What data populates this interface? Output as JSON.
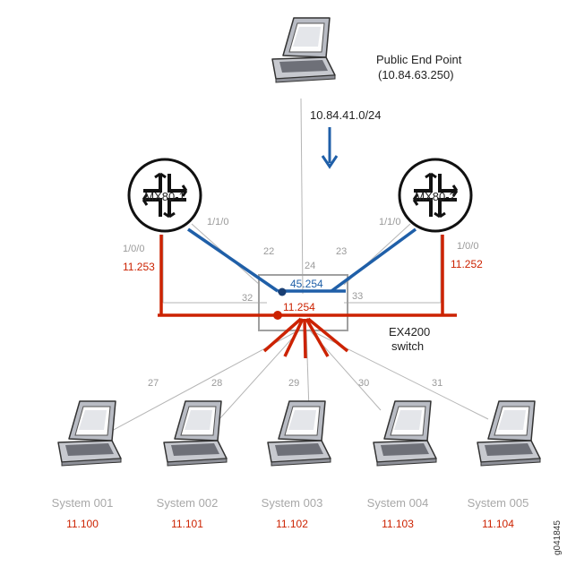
{
  "public_endpoint": {
    "name": "Public End Point",
    "address": "(10.84.63.250)",
    "subnet": "10.84.41.0/24",
    "port": "24"
  },
  "routers": [
    {
      "name": "MX80-1",
      "if_blue": "1/1/0",
      "if_red": "1/0/0",
      "red_addr": "11.253",
      "blue_port": "22",
      "red_port": "32"
    },
    {
      "name": "MX80-2",
      "if_blue": "1/1/0",
      "if_red": "1/0/0",
      "red_addr": "11.252",
      "blue_port": "23",
      "red_port": "33"
    }
  ],
  "switch": {
    "name_line1": "EX4200",
    "name_line2": "switch",
    "blue_addr": "45.254",
    "red_addr": "11.254"
  },
  "systems": [
    {
      "name": "System 001",
      "addr": "11.100",
      "port": "27"
    },
    {
      "name": "System 002",
      "addr": "11.101",
      "port": "28"
    },
    {
      "name": "System 003",
      "addr": "11.102",
      "port": "29"
    },
    {
      "name": "System 004",
      "addr": "11.103",
      "port": "30"
    },
    {
      "name": "System 005",
      "addr": "11.104",
      "port": "31"
    }
  ],
  "figure_id": "g041845",
  "colors": {
    "red": "#cc2200",
    "blue": "#1f5fa8",
    "gray_line": "#b5b5b5",
    "text_gray": "#9a9a9a"
  }
}
